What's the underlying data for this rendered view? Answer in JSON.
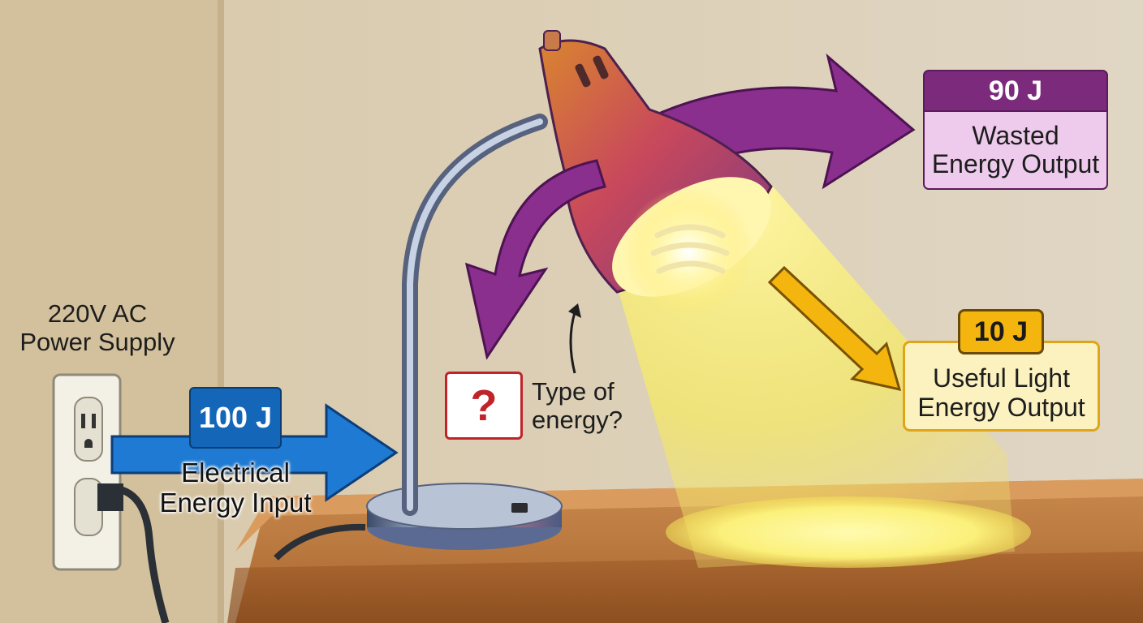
{
  "power_supply": {
    "line1": "220V AC",
    "line2": "Power Supply"
  },
  "input": {
    "value": "100 J",
    "label_line1": "Electrical",
    "label_line2": "Energy Input",
    "color": "#1466b8"
  },
  "wasted": {
    "value": "90 J",
    "label_line1": "Wasted",
    "label_line2": "Energy Output",
    "color": "#7b2a7c"
  },
  "useful": {
    "value": "10 J",
    "label_line1": "Useful Light",
    "label_line2": "Energy Output",
    "color": "#f4b60e"
  },
  "question": {
    "symbol": "?",
    "label_line1": "Type of",
    "label_line2": "energy?",
    "color": "#c0242a"
  }
}
